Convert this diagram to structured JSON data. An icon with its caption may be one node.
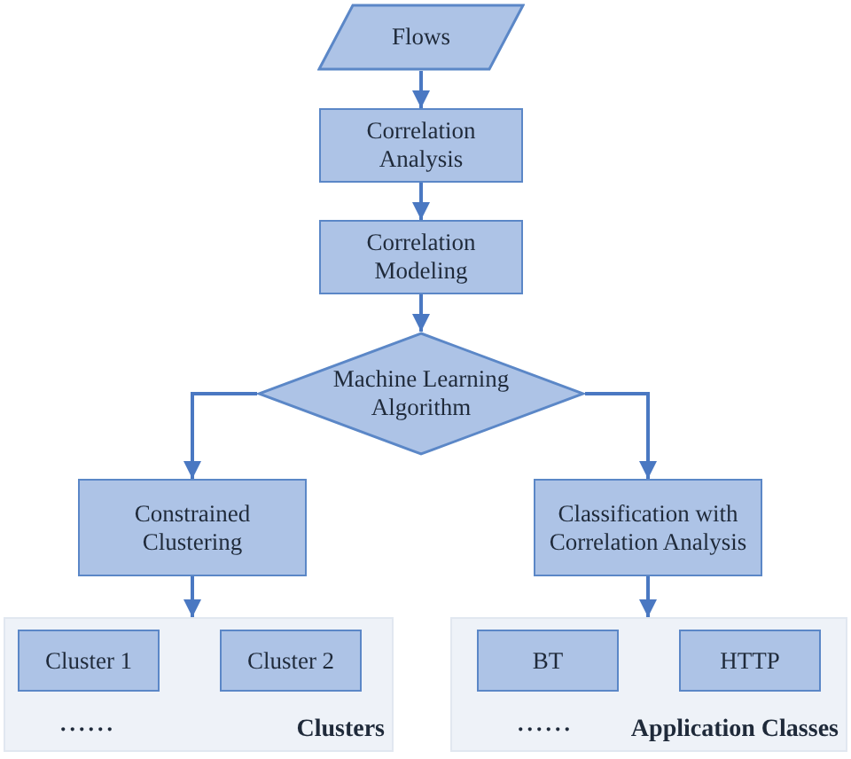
{
  "diagram": {
    "nodes": [
      {
        "text": [
          "Flows"
        ]
      },
      {
        "text": [
          "Correlation Analysis"
        ]
      },
      {
        "text": [
          "Correlation Modeling"
        ]
      },
      {
        "text": [
          "Machine Learning Algorithm"
        ]
      },
      {
        "text": [
          "Constrained Clustering"
        ]
      },
      {
        "text": [
          "Classification with Correlation Analysis"
        ]
      },
      {
        "text": [
          "Clusters"
        ]
      },
      {
        "text": [
          "Cluster 1"
        ],
        "in": 6
      },
      {
        "text": [
          "Cluster 2"
        ],
        "in": 6
      },
      {
        "text": [
          "Application Classes"
        ]
      },
      {
        "text": [
          "BT"
        ],
        "in": 9
      },
      {
        "text": [
          "HTTP"
        ],
        "in": 9
      }
    ],
    "edges": [
      {
        "from": 0,
        "to": 1,
        "arrow": "to"
      },
      {
        "from": 1,
        "to": 2,
        "arrow": "to"
      },
      {
        "from": 2,
        "to": 3,
        "arrow": "to"
      },
      {
        "from": 3,
        "to": 4,
        "arrow": "to"
      },
      {
        "from": 3,
        "to": 5,
        "arrow": "to"
      },
      {
        "from": 4,
        "to": 6,
        "arrow": "to"
      },
      {
        "from": 5,
        "to": 9,
        "arrow": "to"
      }
    ],
    "labels": [
      "......",
      "......"
    ]
  }
}
